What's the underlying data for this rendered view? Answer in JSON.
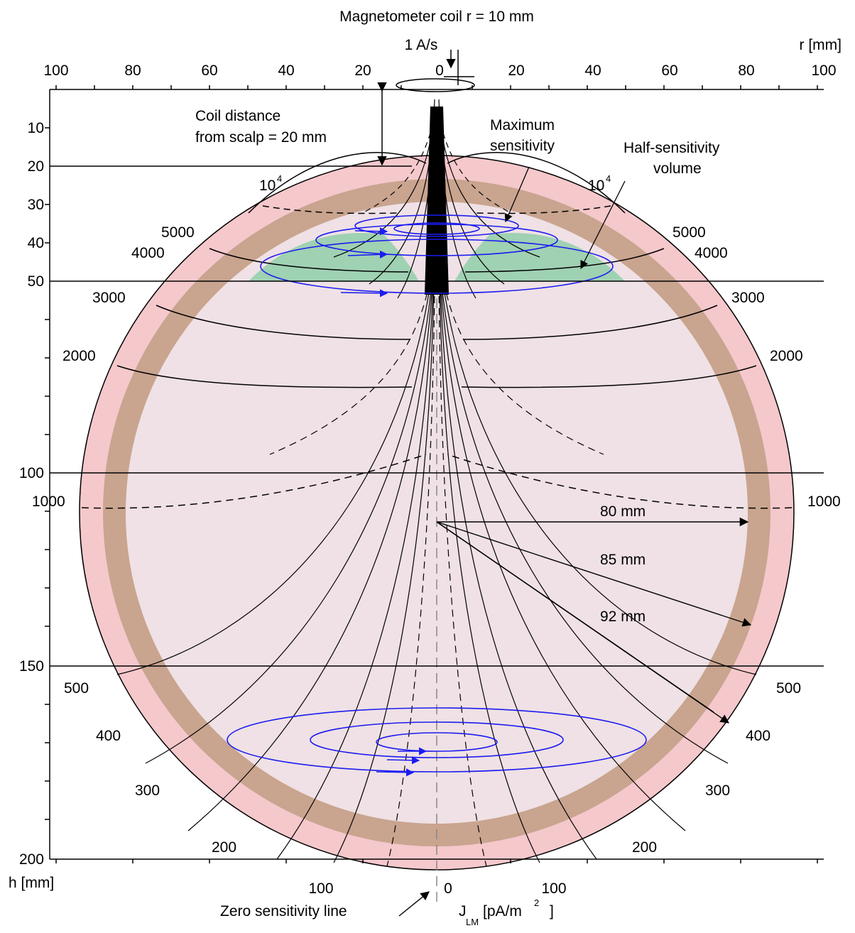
{
  "title": "Magnetometer coil r = 10 mm",
  "coil": {
    "current_label": "1 A/s",
    "distance_label_line1": "Coil distance",
    "distance_label_line2": "from scalp = 20 mm"
  },
  "axes": {
    "r_unit": "r [mm]",
    "r_ticks": [
      "100",
      "80",
      "60",
      "40",
      "20",
      "0",
      "20",
      "40",
      "60",
      "80",
      "100"
    ],
    "h_unit": "h [mm]",
    "h_ticks": [
      "10",
      "20",
      "30",
      "40",
      "50",
      "100",
      "150",
      "200"
    ],
    "j_unit_main": "J",
    "j_unit_sub": "LM",
    "j_unit_rest": "[pA/m",
    "j_unit_sup": "2",
    "j_unit_close": "]",
    "j_ticks": [
      "100",
      "0",
      "100"
    ]
  },
  "annotations": {
    "maximum_sensitivity_1": "Maximum",
    "maximum_sensitivity_2": "sensitivity",
    "half_sensitivity_1": "Half-sensitivity",
    "half_sensitivity_2": "volume",
    "zero_sensitivity": "Zero sensitivity line",
    "radius_80": "80 mm",
    "radius_85": "85 mm",
    "radius_92": "92 mm"
  },
  "contour_labels": {
    "ten4_base": "10",
    "ten4_exp": "4",
    "v5000": "5000",
    "v4000": "4000",
    "v3000": "3000",
    "v2000": "2000",
    "v1000": "1000",
    "v500": "500",
    "v400": "400",
    "v300": "300",
    "v200": "200"
  },
  "colors": {
    "scalp": "#f5c8cc",
    "skull": "#c9a48f",
    "brain": "#efe1e5",
    "half_sensitivity": "#9fd1b3",
    "current_loops": "#1c1cf0"
  }
}
